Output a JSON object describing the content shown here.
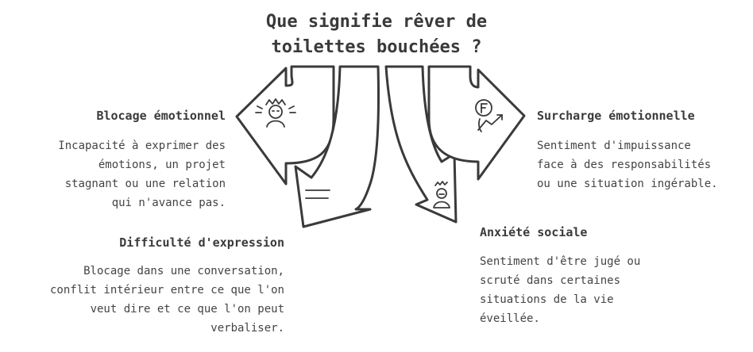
{
  "title": {
    "line1": "Que signifie rêver de",
    "line2": "toilettes bouchées ?"
  },
  "branches": [
    {
      "heading": "Blocage émotionnel",
      "lines": [
        "Incapacité à exprimer des",
        "émotions, un projet",
        "stagnant ou une relation",
        "qui n'avance pas."
      ],
      "icon": "frustrated-face-icon"
    },
    {
      "heading": "Difficulté d'expression",
      "lines": [
        "Blocage dans une conversation,",
        "conflit intérieur entre ce que l'on",
        "veut dire et ce que l'on peut",
        "verbaliser."
      ],
      "icon": "speech-lines-icon"
    },
    {
      "heading": "Surcharge émotionnelle",
      "lines": [
        "Sentiment d'impuissance",
        "face à des responsabilités",
        "ou une situation ingérable."
      ],
      "icon": "financial-stress-icon"
    },
    {
      "heading": "Anxiété sociale",
      "lines": [
        "Sentiment d'être jugé ou",
        "scruté dans certaines",
        "situations de la vie",
        "éveillée."
      ],
      "icon": "anxious-person-icon"
    }
  ],
  "colors": {
    "stroke": "#3a3a3a",
    "text": "#444444",
    "background": "#ffffff"
  }
}
